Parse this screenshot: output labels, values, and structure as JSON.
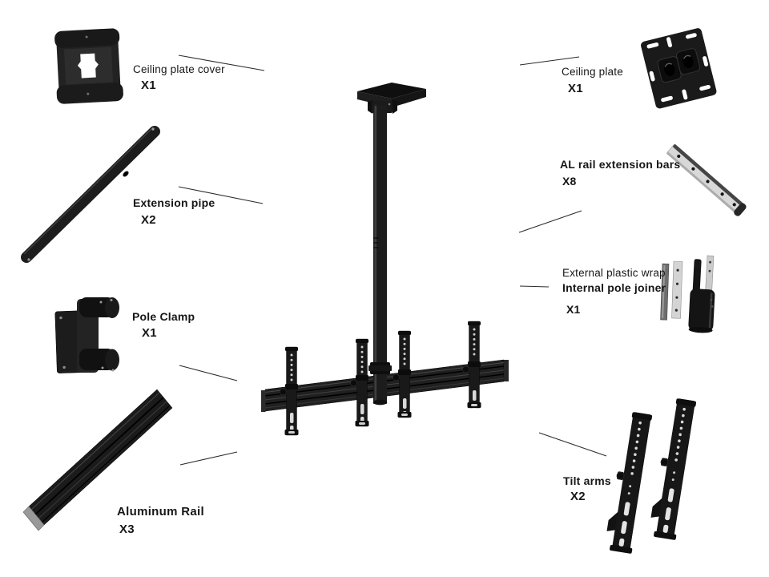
{
  "parts": {
    "ceiling_plate_cover": {
      "name": "Ceiling plate cover",
      "qty": "X1"
    },
    "ceiling_plate": {
      "name": "Ceiling plate",
      "qty": "X1"
    },
    "extension_pipe": {
      "name": "Extension pipe",
      "qty": "X2"
    },
    "al_rail_extension_bars": {
      "name": "AL rail extension bars",
      "qty": "X8"
    },
    "pole_joiner": {
      "name_line1": "External plastic wrap",
      "name_line2": "Internal pole joiner",
      "qty": "X1"
    },
    "pole_clamp": {
      "name": "Pole Clamp",
      "qty": "X1"
    },
    "aluminum_rail": {
      "name": "Aluminum Rail",
      "qty": "X3"
    },
    "tilt_arms": {
      "name": "Tilt arms",
      "qty": "X2"
    }
  },
  "colors": {
    "part_dark": "#1a1a1a",
    "metal_silver": "#d6d6d6",
    "callout_line": "#2b2b2b",
    "text": "#161616",
    "background": "#ffffff"
  }
}
